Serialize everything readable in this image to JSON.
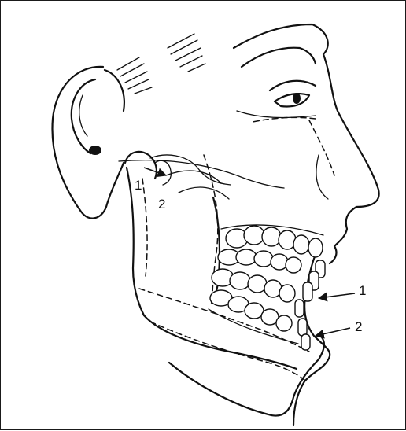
{
  "figure": {
    "labels": {
      "condyle_1": "1",
      "condyle_2": "2",
      "incisor_1": "1",
      "incisor_2": "2"
    }
  }
}
